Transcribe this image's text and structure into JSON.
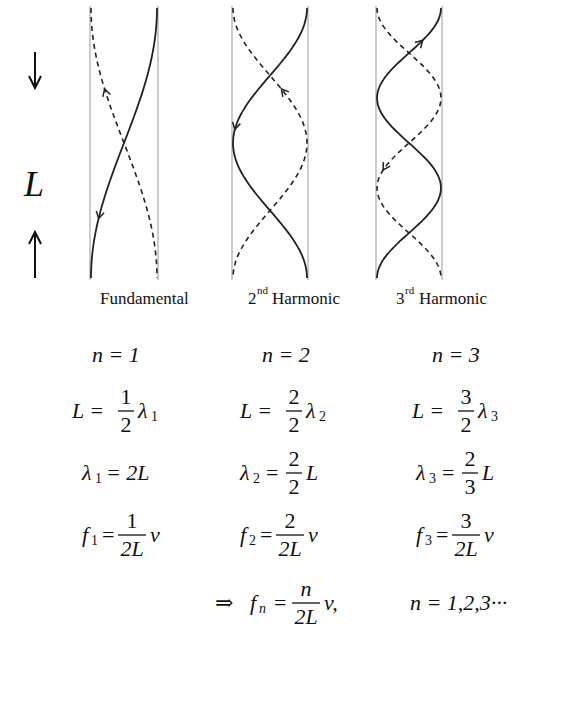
{
  "diagram": {
    "labels": [
      "L",
      "Fundamental",
      "2",
      "nd",
      "Harmonic",
      "3",
      "rd",
      "Harmonic",
      "n = 1",
      "n = 2",
      "n = 3",
      "L =",
      "1",
      "2",
      "λ",
      "1",
      "L =",
      "2",
      "2",
      "λ",
      "2",
      "L =",
      "3",
      "2",
      "λ",
      "3",
      "λ",
      "1",
      "= 2L",
      "λ",
      "2",
      "=",
      "2",
      "2",
      "L",
      "λ",
      "3",
      "=",
      "2",
      "3",
      "L",
      "f",
      "1",
      "=",
      "1",
      "2L",
      "v",
      "f",
      "2",
      "=",
      "2",
      "2L",
      "v",
      "f",
      "3",
      "=",
      "3",
      "2L",
      "v",
      "⇒",
      "f",
      "n",
      "=",
      "n",
      "2L",
      "v,",
      "n = 1,2,3···"
    ]
  }
}
